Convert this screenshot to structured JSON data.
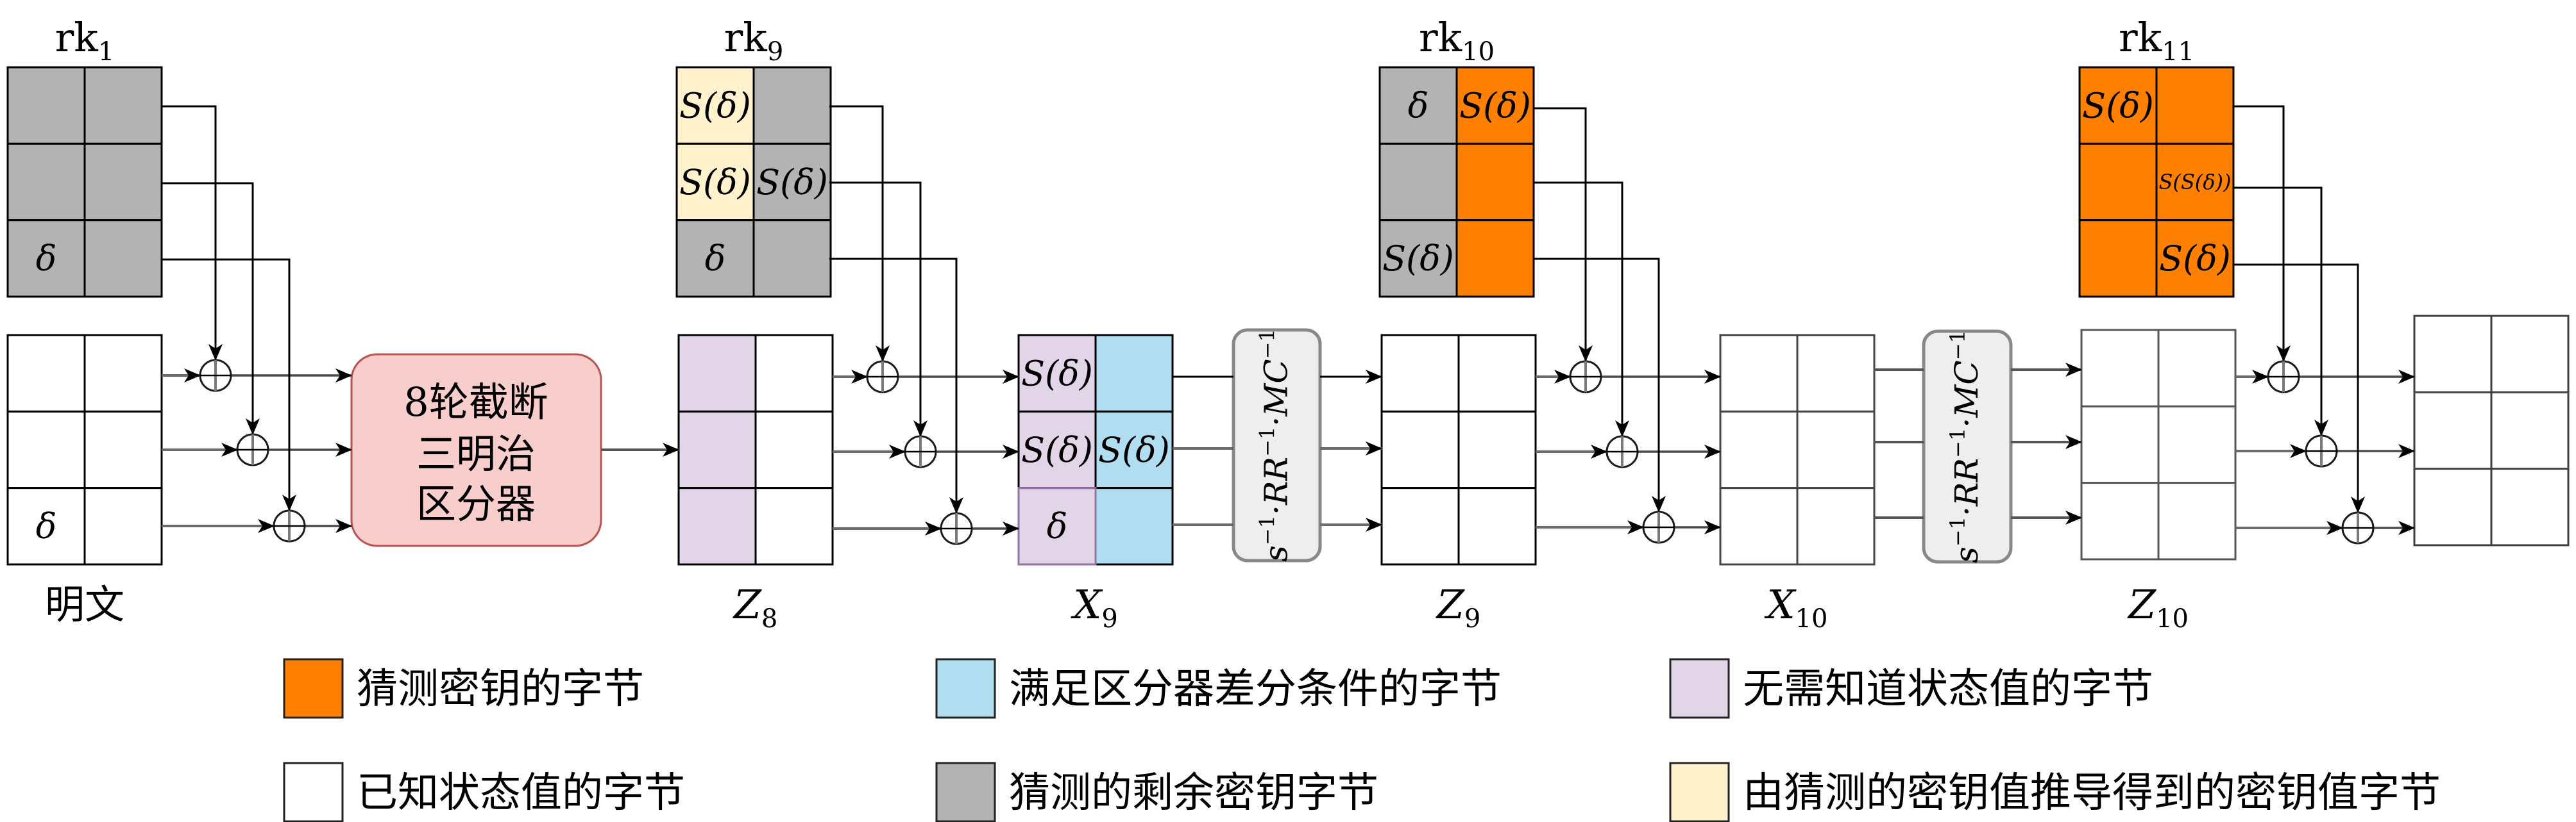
{
  "figure": {
    "palette": {
      "guessed_key": "#ff8000",
      "distinguisher_condition": "#b1ddf0",
      "state_not_needed": "#e1d5e7",
      "known_state": "#ffffff",
      "guessed_remaining_key": "#b3b3b3",
      "derived_key": "#fff2cc"
    },
    "grids": [
      {
        "label": {
          "base": "rk",
          "sub": "1"
        },
        "cells": [
          [
            {
              "fill": "guessed_remaining_key",
              "text": ""
            },
            {
              "fill": "guessed_remaining_key",
              "text": ""
            }
          ],
          [
            {
              "fill": "guessed_remaining_key",
              "text": ""
            },
            {
              "fill": "guessed_remaining_key",
              "text": ""
            }
          ],
          [
            {
              "fill": "guessed_remaining_key",
              "text": "δ"
            },
            {
              "fill": "guessed_remaining_key",
              "text": ""
            }
          ]
        ]
      },
      {
        "label": {
          "base": "明文"
        },
        "cells": [
          [
            {
              "fill": "known_state",
              "text": ""
            },
            {
              "fill": "known_state",
              "text": ""
            }
          ],
          [
            {
              "fill": "known_state",
              "text": ""
            },
            {
              "fill": "known_state",
              "text": ""
            }
          ],
          [
            {
              "fill": "known_state",
              "text": "δ"
            },
            {
              "fill": "known_state",
              "text": ""
            }
          ]
        ]
      },
      {
        "label": {
          "base": "rk",
          "sub": "9"
        },
        "cells": [
          [
            {
              "fill": "derived_key",
              "text": "S(δ)"
            },
            {
              "fill": "guessed_remaining_key",
              "text": ""
            }
          ],
          [
            {
              "fill": "derived_key",
              "text": "S(δ)"
            },
            {
              "fill": "guessed_remaining_key",
              "text": "S(δ)"
            }
          ],
          [
            {
              "fill": "guessed_remaining_key",
              "text": "δ"
            },
            {
              "fill": "guessed_remaining_key",
              "text": ""
            }
          ]
        ]
      },
      {
        "label": {
          "base": "Z",
          "sub": "8"
        },
        "cells": [
          [
            {
              "fill": "state_not_needed",
              "text": ""
            },
            {
              "fill": "known_state",
              "text": ""
            }
          ],
          [
            {
              "fill": "state_not_needed",
              "text": ""
            },
            {
              "fill": "known_state",
              "text": ""
            }
          ],
          [
            {
              "fill": "state_not_needed",
              "text": ""
            },
            {
              "fill": "known_state",
              "text": ""
            }
          ]
        ]
      },
      {
        "label": {
          "base": "X",
          "sub": "9"
        },
        "cells": [
          [
            {
              "fill": "state_not_needed",
              "text": "S(δ)"
            },
            {
              "fill": "distinguisher_condition",
              "text": ""
            }
          ],
          [
            {
              "fill": "state_not_needed",
              "text": "S(δ)"
            },
            {
              "fill": "distinguisher_condition",
              "text": "S(δ)"
            }
          ],
          [
            {
              "fill": "state_not_needed",
              "text": "δ",
              "stroke": "#9673a6"
            },
            {
              "fill": "distinguisher_condition",
              "text": ""
            }
          ]
        ]
      },
      {
        "label": {
          "base": "rk",
          "sub": "10"
        },
        "cells": [
          [
            {
              "fill": "guessed_remaining_key",
              "text": "δ"
            },
            {
              "fill": "guessed_key",
              "text": "S(δ)"
            }
          ],
          [
            {
              "fill": "guessed_remaining_key",
              "text": ""
            },
            {
              "fill": "guessed_key",
              "text": ""
            }
          ],
          [
            {
              "fill": "guessed_remaining_key",
              "text": "S(δ)"
            },
            {
              "fill": "guessed_key",
              "text": ""
            }
          ]
        ]
      },
      {
        "label": {
          "base": "Z",
          "sub": "9"
        },
        "cells": [
          [
            {
              "fill": "known_state",
              "text": ""
            },
            {
              "fill": "known_state",
              "text": ""
            }
          ],
          [
            {
              "fill": "known_state",
              "text": ""
            },
            {
              "fill": "known_state",
              "text": ""
            }
          ],
          [
            {
              "fill": "known_state",
              "text": ""
            },
            {
              "fill": "known_state",
              "text": ""
            }
          ]
        ]
      },
      {
        "label": {
          "base": "X",
          "sub": "10"
        },
        "cells": [
          [
            {
              "fill": "known_state",
              "text": ""
            },
            {
              "fill": "known_state",
              "text": ""
            }
          ],
          [
            {
              "fill": "known_state",
              "text": ""
            },
            {
              "fill": "known_state",
              "text": ""
            }
          ],
          [
            {
              "fill": "known_state",
              "text": ""
            },
            {
              "fill": "known_state",
              "text": ""
            }
          ]
        ]
      },
      {
        "label": {
          "base": "rk",
          "sub": "11"
        },
        "cells": [
          [
            {
              "fill": "guessed_key",
              "text": "S(δ)"
            },
            {
              "fill": "guessed_key",
              "text": ""
            }
          ],
          [
            {
              "fill": "guessed_key",
              "text": ""
            },
            {
              "fill": "guessed_key",
              "text": "S(S(δ))"
            }
          ],
          [
            {
              "fill": "guessed_key",
              "text": ""
            },
            {
              "fill": "guessed_key",
              "text": "S(δ)"
            }
          ]
        ]
      },
      {
        "label": {
          "base": "Z",
          "sub": "10"
        },
        "cells": [
          [
            {
              "fill": "known_state",
              "text": ""
            },
            {
              "fill": "known_state",
              "text": ""
            }
          ],
          [
            {
              "fill": "known_state",
              "text": ""
            },
            {
              "fill": "known_state",
              "text": ""
            }
          ],
          [
            {
              "fill": "known_state",
              "text": ""
            },
            {
              "fill": "known_state",
              "text": ""
            }
          ]
        ]
      },
      {
        "cells": [
          [
            {
              "fill": "known_state",
              "text": ""
            },
            {
              "fill": "known_state",
              "text": ""
            }
          ],
          [
            {
              "fill": "known_state",
              "text": ""
            },
            {
              "fill": "known_state",
              "text": ""
            }
          ],
          [
            {
              "fill": "known_state",
              "text": ""
            },
            {
              "fill": "known_state",
              "text": ""
            }
          ]
        ]
      }
    ],
    "distinguisher": {
      "lines": [
        "8轮截断",
        "三明治",
        "区分器"
      ],
      "fill": "#f8cecc",
      "stroke": "#b85450"
    },
    "inverse_round_ops": [
      {
        "parts": [
          {
            "base": "s",
            "sup": "−1"
          },
          {
            "base": "·RR",
            "sup": "−1"
          },
          {
            "base": "·MC",
            "sup": "−1"
          }
        ]
      },
      {
        "parts": [
          {
            "base": "s",
            "sup": "−1"
          },
          {
            "base": "·RR",
            "sup": "−1"
          },
          {
            "base": "·MC",
            "sup": "−1"
          }
        ]
      }
    ],
    "inverse_op_colors": {
      "fill": "#eeeeee",
      "stroke": "#888888"
    },
    "legend": [
      {
        "key": "guessed_key",
        "label": "猜测密钥的字节"
      },
      {
        "key": "distinguisher_condition",
        "label": "满足区分器差分条件的字节"
      },
      {
        "key": "state_not_needed",
        "label": "无需知道状态值的字节"
      },
      {
        "key": "known_state",
        "label": "已知状态值的字节"
      },
      {
        "key": "guessed_remaining_key",
        "label": "猜测的剩余密钥字节"
      },
      {
        "key": "derived_key",
        "label": "由猜测的密钥值推导得到的密钥值字节"
      }
    ]
  }
}
